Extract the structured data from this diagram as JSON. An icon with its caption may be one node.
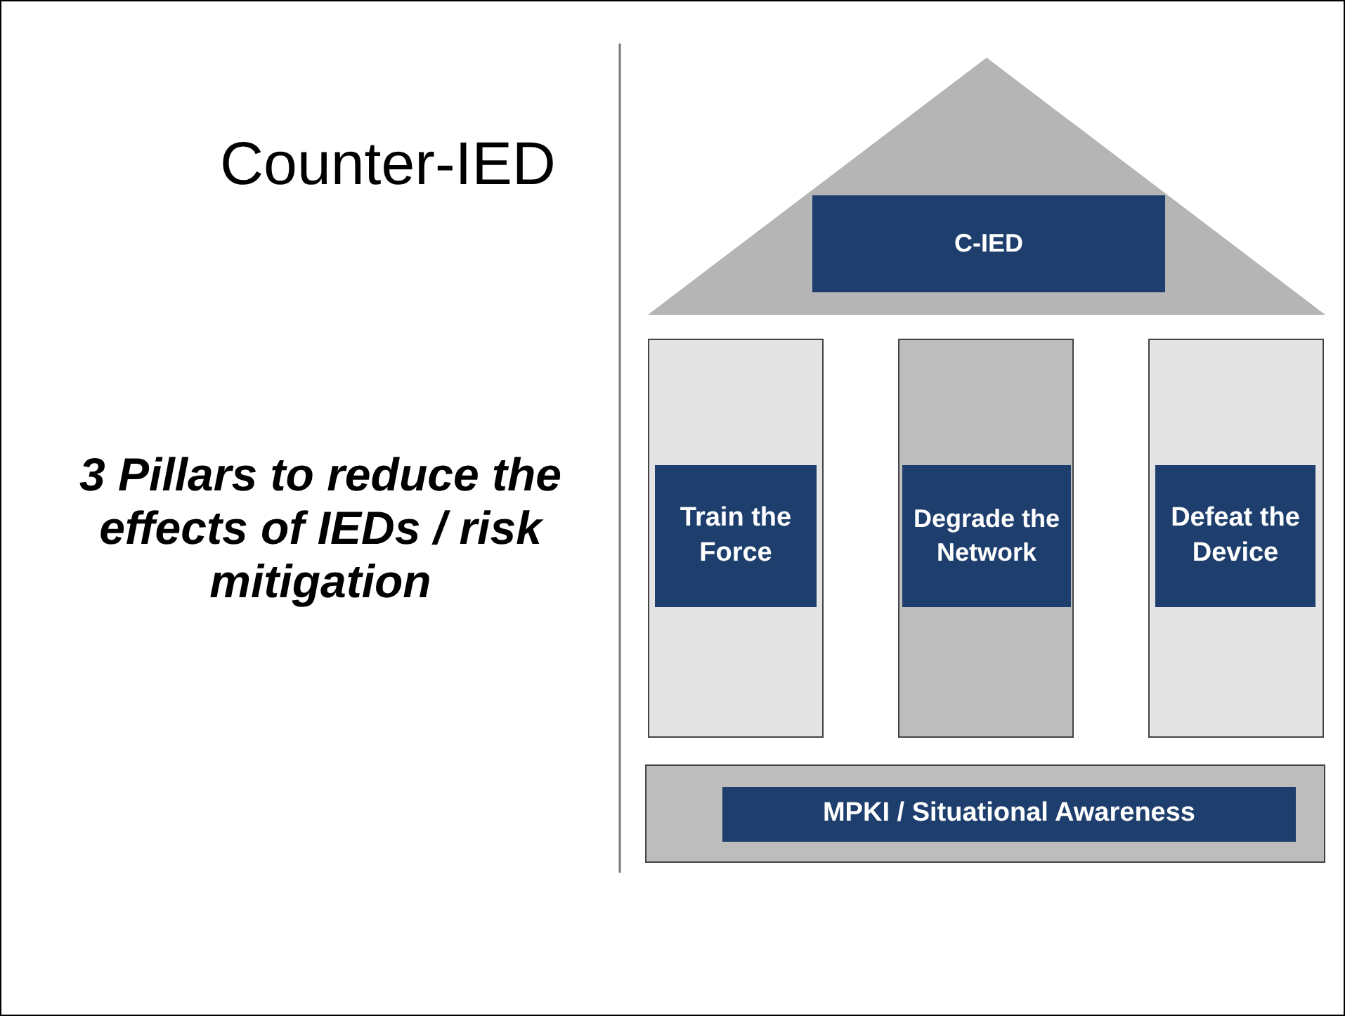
{
  "diagram": {
    "title": "Counter-IED",
    "nodes": [
      {
        "text": [],
        "shape": "triangle"
      },
      {
        "text": [
          "C-IED"
        ],
        "in": 0
      },
      {
        "text": [],
        "shape": "box"
      },
      {
        "text": [
          "Train the Force"
        ],
        "in": 2
      },
      {
        "text": [],
        "shape": "box"
      },
      {
        "text": [
          "Degrade the Network"
        ],
        "in": 4
      },
      {
        "text": [],
        "shape": "box"
      },
      {
        "text": [
          "Defeat the Device"
        ],
        "in": 6
      },
      {
        "text": [],
        "shape": "bar"
      },
      {
        "text": [
          "MPKI / Situational Awareness"
        ],
        "in": 8
      }
    ],
    "labels": [
      "3 Pillars to reduce the effects of IEDs / risk mitigation"
    ]
  }
}
